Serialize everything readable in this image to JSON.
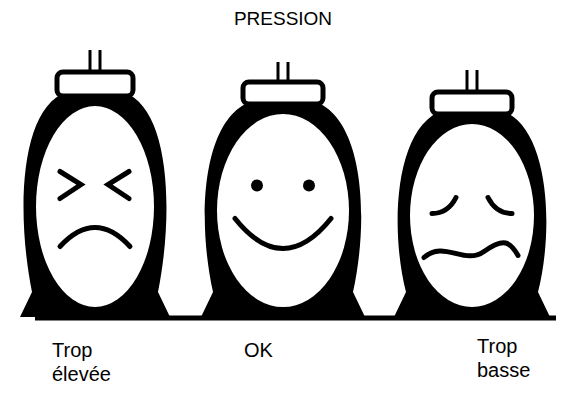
{
  "diagram": {
    "title": "PRESSION",
    "labels": [
      "Trop élevée",
      "OK",
      "Trop basse"
    ]
  }
}
